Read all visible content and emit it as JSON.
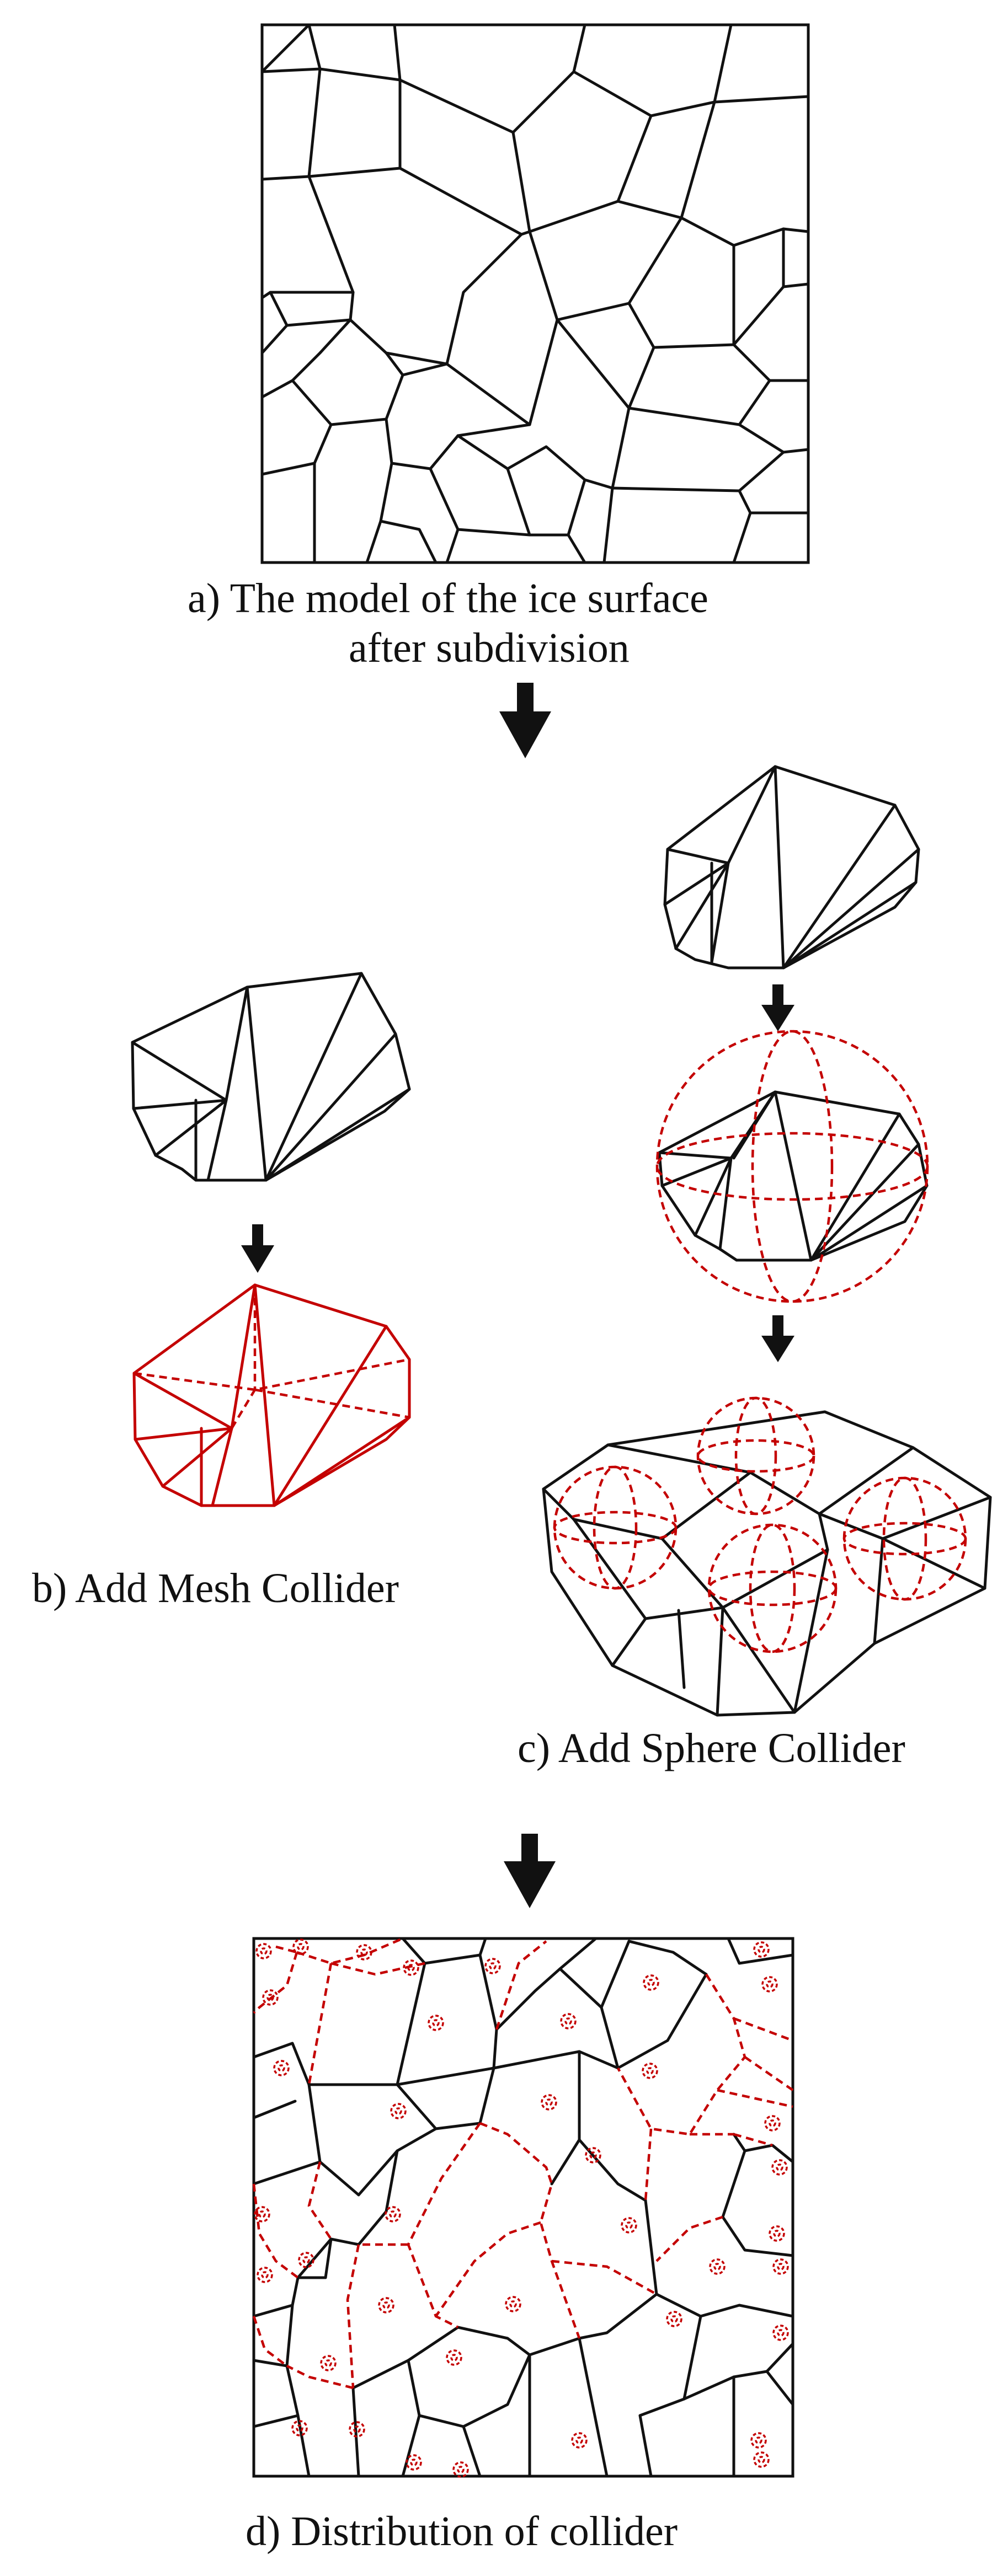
{
  "captions": {
    "a_line1": "a)   The model of the ice surface",
    "a_line2": "after subdivision",
    "b": "b) Add Mesh Collider",
    "c": "c) Add Sphere Collider",
    "d": "d) Distribution of collider"
  },
  "colors": {
    "line": "#111111",
    "collider": "#c40000",
    "background": "#ffffff"
  },
  "icons": [
    "down-arrow-icon",
    "voronoi-grid",
    "ice-block-mesh",
    "sphere-collider-icon"
  ]
}
